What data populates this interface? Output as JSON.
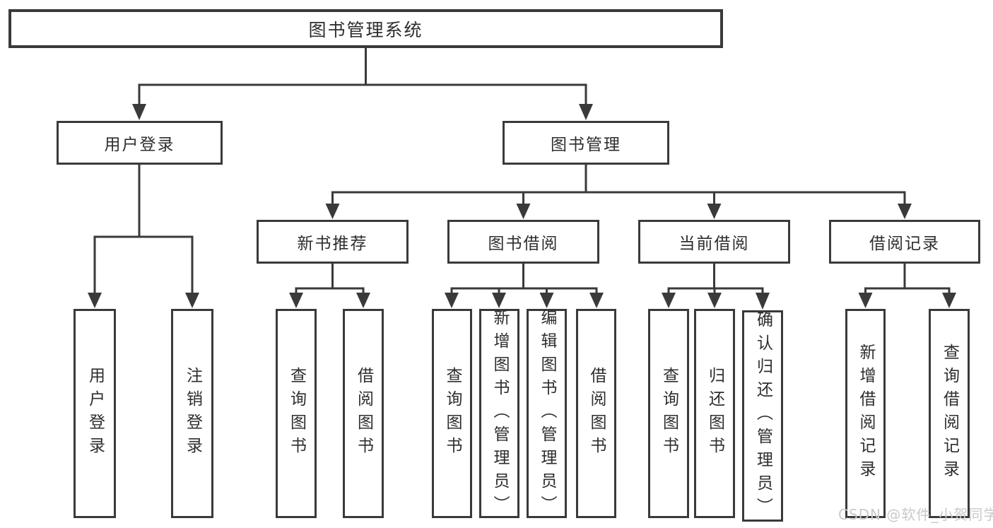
{
  "diagram": {
    "root_label": "图书管理系统",
    "branches": [
      {
        "label": "用户登录",
        "children": [
          "用户登录",
          "注销登录"
        ]
      },
      {
        "label": "图书管理",
        "groups": [
          {
            "label": "新书推荐",
            "children": [
              "查询图书",
              "借阅图书"
            ]
          },
          {
            "label": "图书借阅",
            "children": [
              "查询图书",
              "新增图书（管理员）",
              "编辑图书（管理员）",
              "借阅图书"
            ]
          },
          {
            "label": "当前借阅",
            "children": [
              "查询图书",
              "归还图书",
              "确认归还（管理员）"
            ]
          },
          {
            "label": "借阅记录",
            "children": [
              "新增借阅记录",
              "查询借阅记录"
            ]
          }
        ]
      }
    ]
  },
  "watermark": {
    "text": "CSDN @软件_小贺同学"
  },
  "colors": {
    "line": "#3a3a3a",
    "text": "#2e2e2e",
    "background": "#ffffff",
    "watermark": "#c9c9c9"
  }
}
